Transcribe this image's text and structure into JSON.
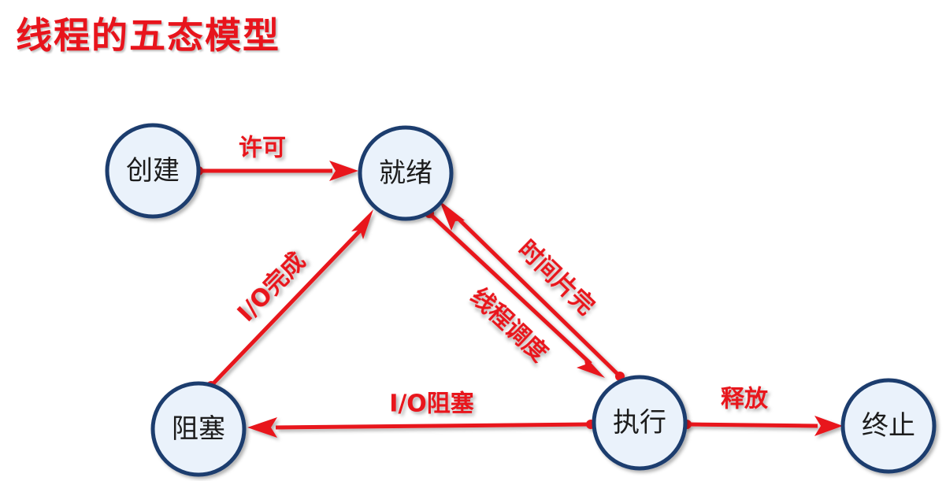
{
  "title": "线程的五态模型",
  "colors": {
    "accent": "#e8141c",
    "node_fill": "#eaf2fb",
    "node_stroke": "#1c3c6e"
  },
  "nodes": {
    "create": "创建",
    "ready": "就绪",
    "blocked": "阻塞",
    "running": "执行",
    "terminated": "终止"
  },
  "edges": {
    "admit": "许可",
    "io_complete": "I/O完成",
    "dispatch": "线程调度",
    "timeout": "时间片完",
    "io_block": "I/O阻塞",
    "release": "释放"
  }
}
